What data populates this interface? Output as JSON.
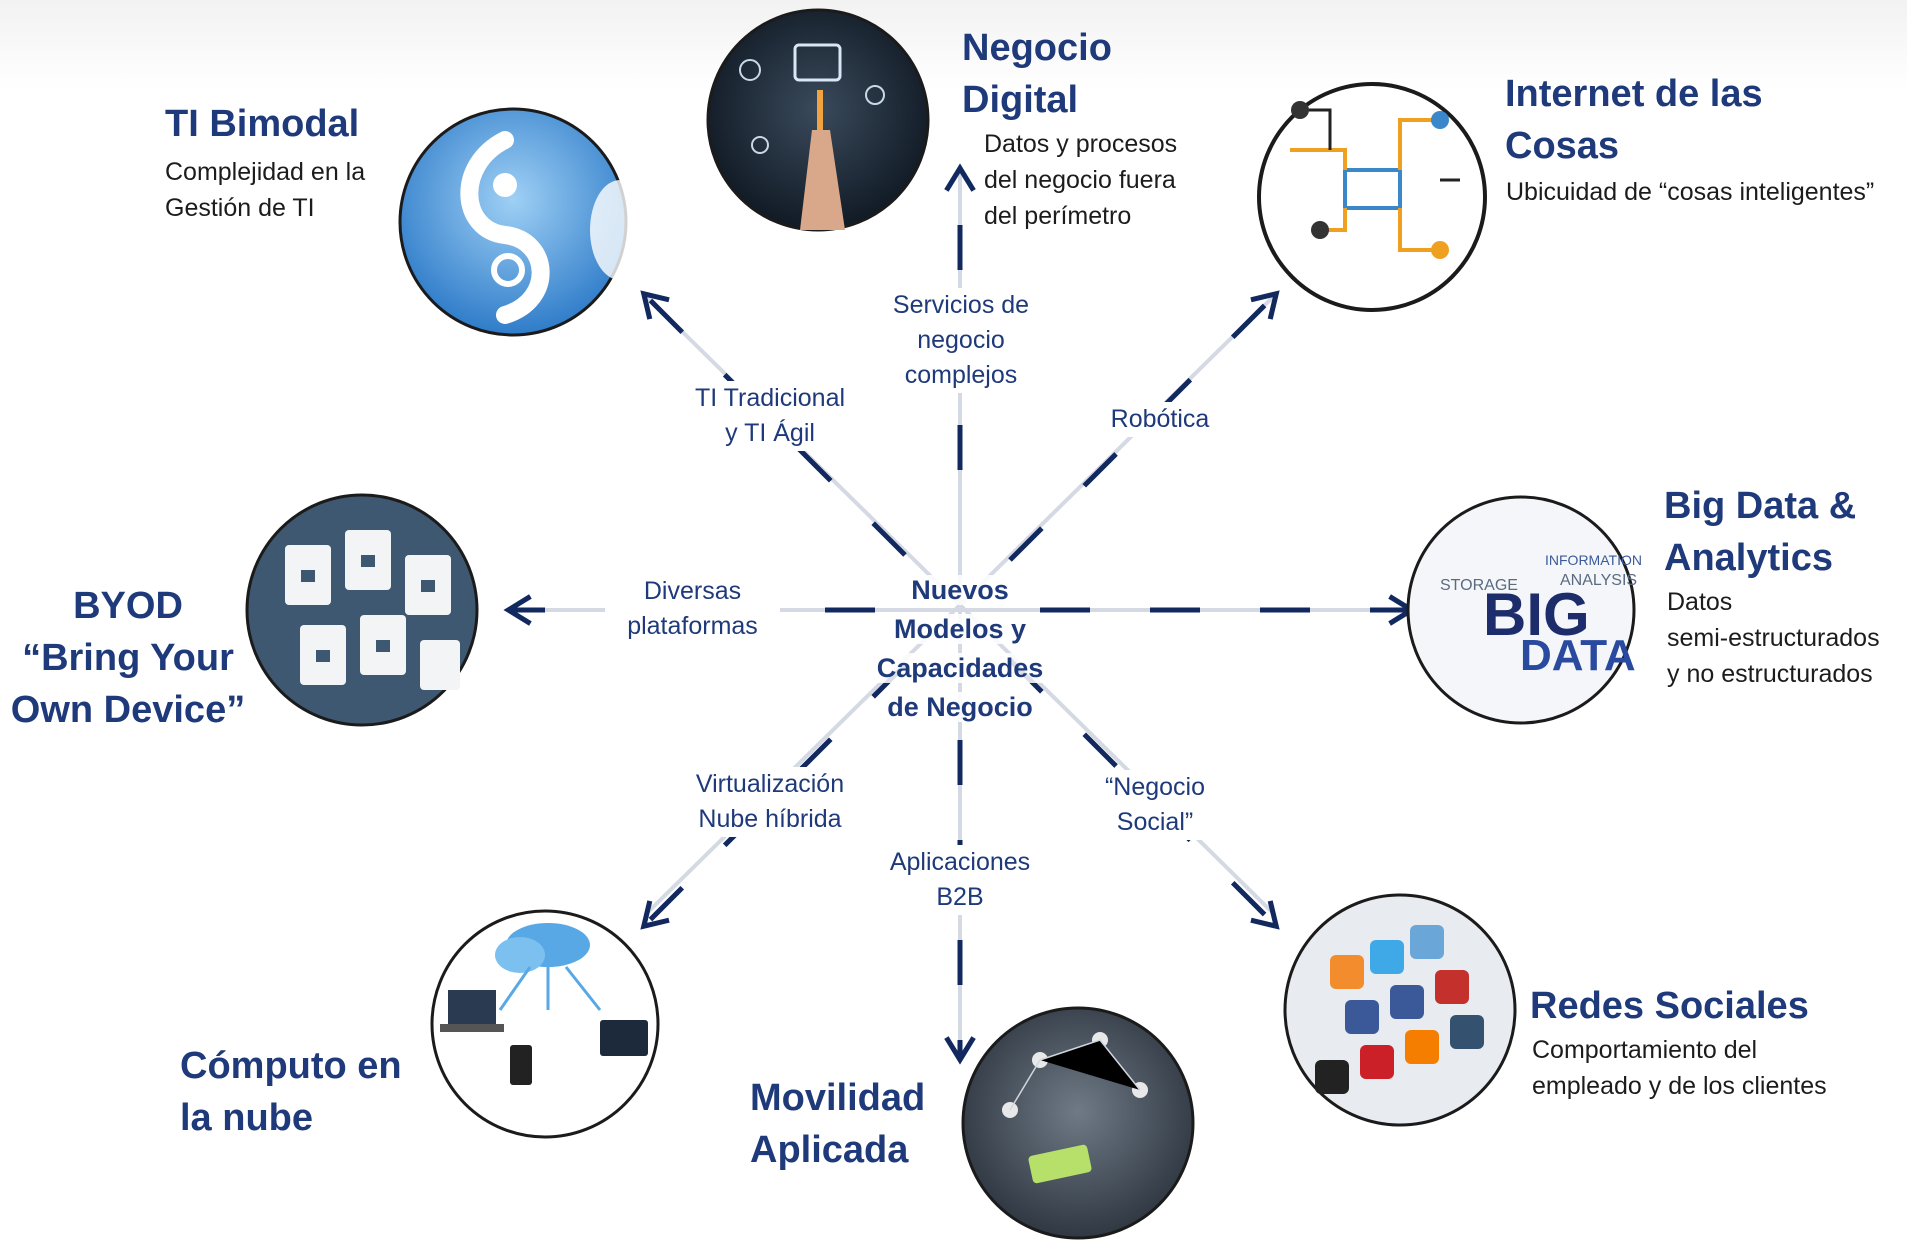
{
  "center": {
    "title": "Nuevos\nModelos y\nCapacidades\nde Negocio"
  },
  "colors": {
    "arrow": "#12295f",
    "axis": "#d4d9e4",
    "title": "#1f3a7a"
  },
  "nodes": [
    {
      "id": "negocio-digital",
      "title": "Negocio\nDigital",
      "desc": "Datos y procesos\ndel negocio fuera\ndel perímetro",
      "image": "touchscreen-businessman-photo",
      "spoke": "Servicios de\nnegocio\ncomplejos"
    },
    {
      "id": "internet-cosas",
      "title": "Internet de las\nCosas",
      "desc": "Ubicuidad de “cosas inteligentes”",
      "image": "connected-devices-diagram",
      "spoke": "Robótica"
    },
    {
      "id": "big-data",
      "title": "Big Data &\nAnalytics",
      "desc": "Datos\nsemi-estructurados\ny no estructurados",
      "image": "big-data-word-cloud",
      "spoke": ""
    },
    {
      "id": "redes-sociales",
      "title": "Redes Sociales",
      "desc": "Comportamiento del\nempleado y de los clientes",
      "image": "social-media-keyboard",
      "spoke": "“Negocio\nSocial”"
    },
    {
      "id": "movilidad",
      "title": "Movilidad\nAplicada",
      "desc": "",
      "image": "mobile-network-photo",
      "spoke": "Aplicaciones\nB2B"
    },
    {
      "id": "computo-nube",
      "title": "Cómputo en\nla nube",
      "desc": "",
      "image": "cloud-devices-illustration",
      "spoke": "Virtualización\nNube híbrida"
    },
    {
      "id": "byod",
      "title": "BYOD\n“Bring Your\nOwn Device”",
      "desc": "",
      "image": "locked-devices-illustration",
      "spoke": "Diversas\nplataformas"
    },
    {
      "id": "ti-bimodal",
      "title": "TI Bimodal",
      "desc": "Complejidad en la\nGestión de TI",
      "image": "yin-yang-cloud-sky",
      "spoke": "TI Tradicional\ny TI Ágil"
    }
  ]
}
